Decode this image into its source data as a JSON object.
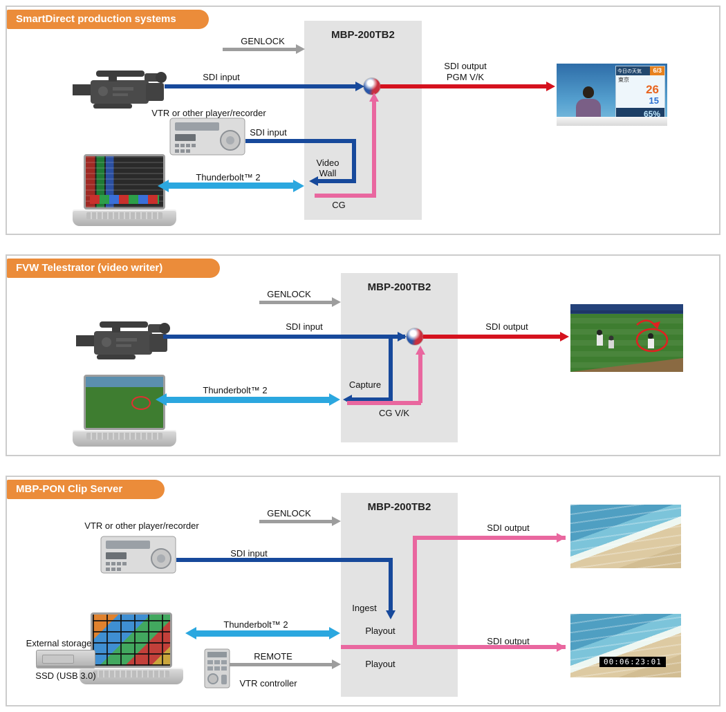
{
  "colors": {
    "header_orange": "#EB8C3A",
    "sdi_input_blue": "#17499B",
    "sdi_output_red": "#D5121E",
    "cg_pink": "#E9679F",
    "thunderbolt_cyan": "#2BA7DF",
    "genlock_gray": "#9D9D9D",
    "mbp_box_gray": "#E3E3E3",
    "panel_border_gray": "#CCCCCC"
  },
  "panels": [
    {
      "title": "SmartDirect production systems",
      "mbp_label": "MBP-200TB2",
      "genlock": "GENLOCK",
      "camera_sdi": "SDI input",
      "vtr_caption": "VTR or other player/recorder",
      "vtr_sdi": "SDI input",
      "video_wall": "Video Wall",
      "thunderbolt": "Thunderbolt™ 2",
      "cg": "CG",
      "sdi_output_line1": "SDI output",
      "sdi_output_line2": "PGM V/K",
      "monitor": {
        "header": "今日の天気",
        "date": "6/3",
        "city": "東京",
        "high": "26",
        "low": "15",
        "humidity": "65%"
      }
    },
    {
      "title": "FVW Telestrator (video writer)",
      "mbp_label": "MBP-200TB2",
      "genlock": "GENLOCK",
      "camera_sdi": "SDI input",
      "thunderbolt": "Thunderbolt™ 2",
      "capture": "Capture",
      "cg": "CG V/K",
      "sdi_output": "SDI output"
    },
    {
      "title": "MBP-PON Clip Server",
      "mbp_label": "MBP-200TB2",
      "genlock": "GENLOCK",
      "vtr_caption": "VTR or other player/recorder",
      "vtr_sdi": "SDI input",
      "ingest": "Ingest",
      "thunderbolt": "Thunderbolt™ 2",
      "playout_top": "Playout",
      "playout_bottom": "Playout",
      "remote": "REMOTE",
      "vtr_controller": "VTR controller",
      "external_storage": "External storage",
      "ssd": "SSD (USB 3.0)",
      "sdi_output_top": "SDI output",
      "sdi_output_bottom": "SDI output",
      "timecode": "00:06:23:01"
    }
  ]
}
